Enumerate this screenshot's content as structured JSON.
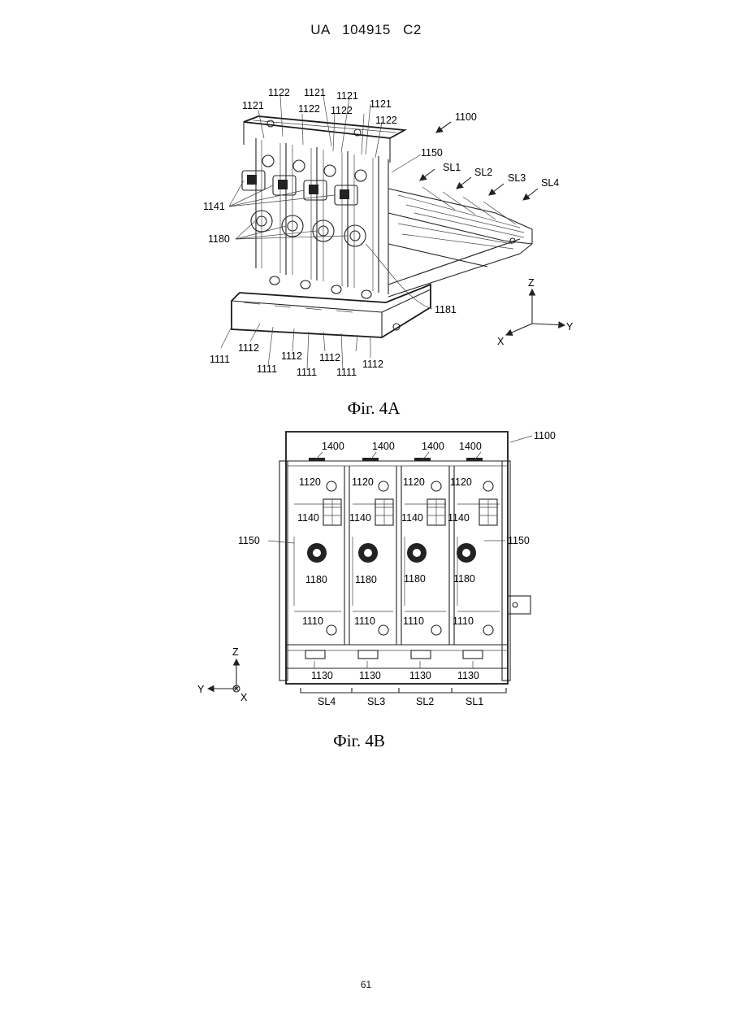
{
  "header": {
    "patent": "UA",
    "number": "104915",
    "kind": "C2"
  },
  "fig_a": {
    "caption": "Фіг. 4A",
    "labels": {
      "l1100": "1100",
      "l1150": "1150",
      "l1141": "1141",
      "l1180": "1180",
      "l1181": "1181",
      "sl1": "SL1",
      "sl2": "SL2",
      "sl3": "SL3",
      "sl4": "SL4",
      "l1121a": "1121",
      "l1121b": "1121",
      "l1121c": "1121",
      "l1121d": "1121",
      "l1122a": "1122",
      "l1122b": "1122",
      "l1122c": "1122",
      "l1122d": "1122",
      "l1111a": "1111",
      "l1111b": "1111",
      "l1111c": "1111",
      "l1111d": "1111",
      "l1112a": "1112",
      "l1112b": "1112",
      "l1112c": "1112",
      "l1112d": "1112",
      "ax_z": "Z",
      "ax_y": "Y",
      "ax_x": "X"
    }
  },
  "fig_b": {
    "caption": "Фіг. 4B",
    "labels": {
      "l1100": "1100",
      "l1150a": "1150",
      "l1150b": "1150",
      "l1400": [
        "1400",
        "1400",
        "1400",
        "1400"
      ],
      "l1120": [
        "1120",
        "1120",
        "1120",
        "1120"
      ],
      "l1140": [
        "1140",
        "1140",
        "1140",
        "1140"
      ],
      "l1180": [
        "1180",
        "1180",
        "1180",
        "1180"
      ],
      "l1110": [
        "1110",
        "1110",
        "1110",
        "1110"
      ],
      "l1130": [
        "1130",
        "1130",
        "1130",
        "1130"
      ],
      "slots": [
        "SL4",
        "SL3",
        "SL2",
        "SL1"
      ],
      "ax_z": "Z",
      "ax_y": "Y",
      "ax_x": "X"
    }
  },
  "page_number": "61"
}
